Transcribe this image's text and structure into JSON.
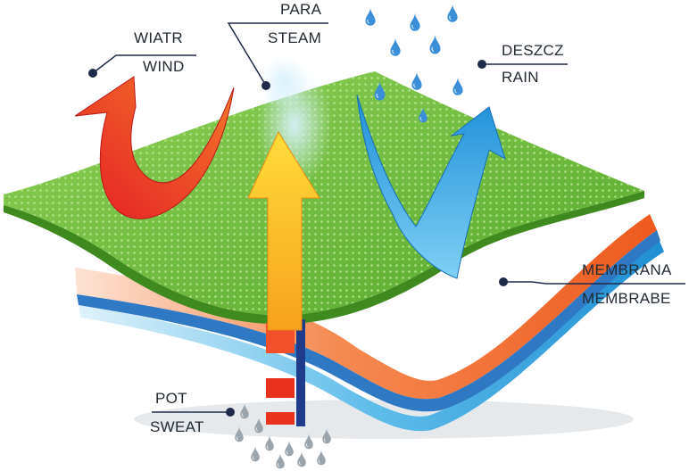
{
  "labels": {
    "wind": {
      "pl": "WIATR",
      "en": "WIND"
    },
    "steam": {
      "pl": "PARA",
      "en": "STEAM"
    },
    "rain": {
      "pl": "DESZCZ",
      "en": "RAIN"
    },
    "membrane": {
      "pl": "MEMBRANA",
      "en": "MEMBRABE"
    },
    "sweat": {
      "pl": "POT",
      "en": "SWEAT"
    }
  },
  "colors": {
    "top_layer": "#6fbf3f",
    "membrane_layer": "#f26a2a",
    "inner_layer": "#3aa8e0",
    "wind_arrow": "#e8321e",
    "steam_arrow": "#f6b81a",
    "rain_arrow": "#2a9ee0",
    "drop": "#3a8fd8",
    "label_line": "#1e2a4a"
  },
  "icons": [
    "wind-arrow-icon",
    "steam-arrow-icon",
    "rain-arrow-icon",
    "water-drop-icon",
    "sweat-drop-icon"
  ]
}
